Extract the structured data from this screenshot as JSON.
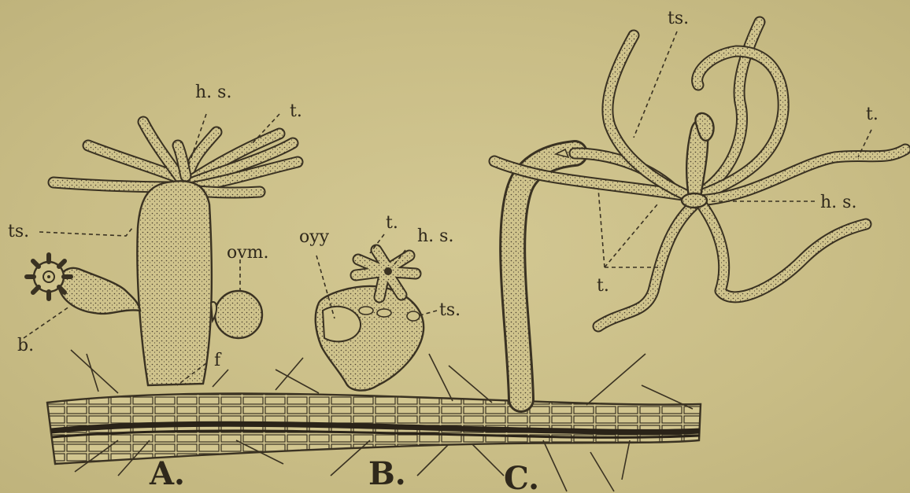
{
  "labels": {
    "A": {
      "hs": "h. s.",
      "t": "t.",
      "ts": "ts.",
      "ovm": "ovm.",
      "b": "b.",
      "f": "f"
    },
    "B": {
      "oyy": "oyy",
      "t": "t.",
      "hs": "h. s.",
      "ts": "ts."
    },
    "C": {
      "ts": "ts.",
      "t_right": "t.",
      "hs": "h. s.",
      "t_bottom": "t."
    }
  },
  "figure_letters": [
    "A.",
    "B.",
    "C."
  ],
  "colors": {
    "paper": "#cbbf8a",
    "ink": "#3a3222"
  }
}
